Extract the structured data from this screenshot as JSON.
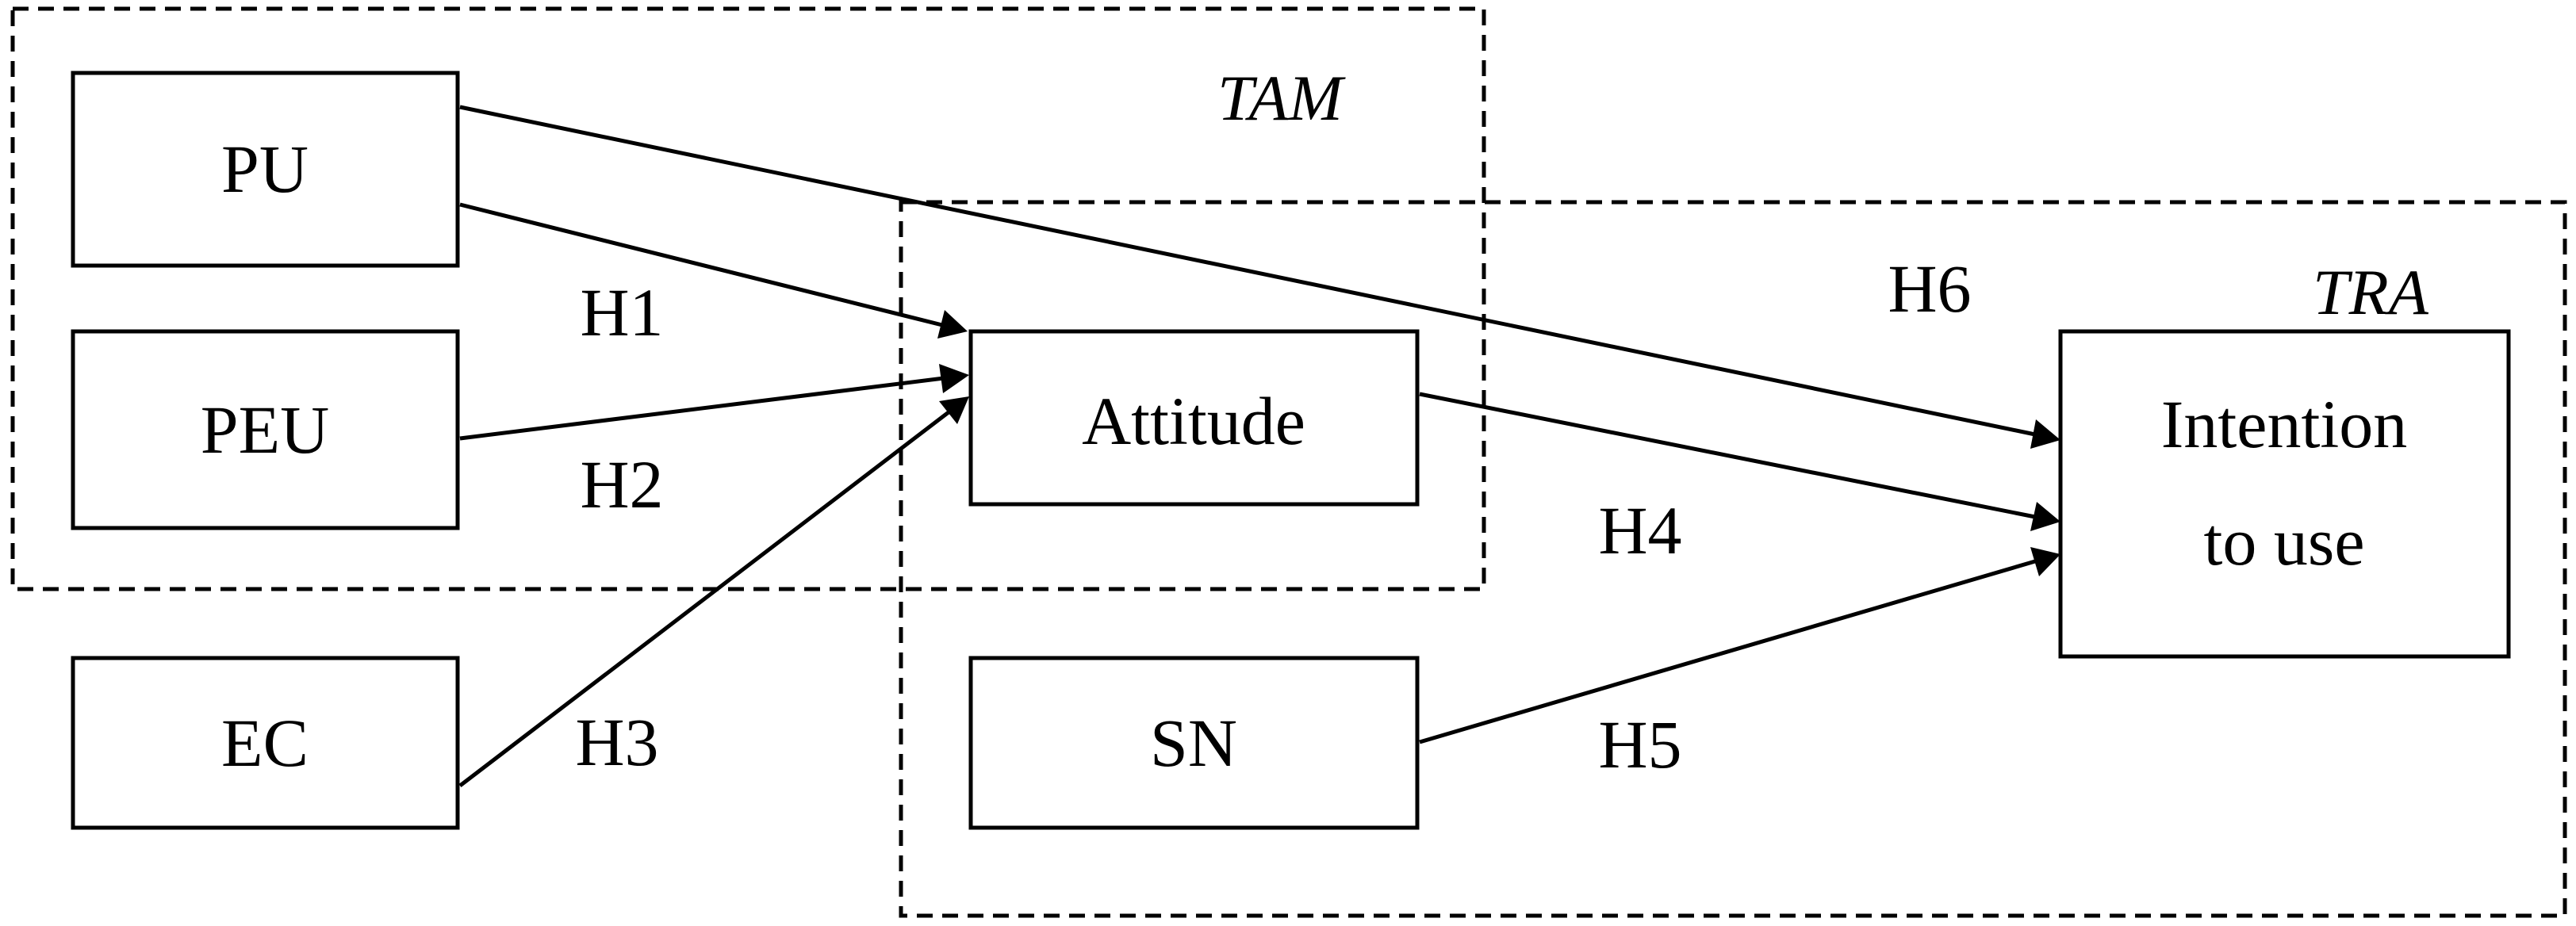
{
  "groups": {
    "tam": "TAM",
    "tra": "TRA"
  },
  "nodes": {
    "pu": "PU",
    "peu": "PEU",
    "ec": "EC",
    "attitude": "Attitude",
    "sn": "SN",
    "intention_line1": "Intention",
    "intention_line2": "to use"
  },
  "hypotheses": {
    "h1": "H1",
    "h2": "H2",
    "h3": "H3",
    "h4": "H4",
    "h5": "H5",
    "h6": "H6"
  },
  "colors": {
    "stroke": "#000000",
    "background": "#ffffff"
  }
}
